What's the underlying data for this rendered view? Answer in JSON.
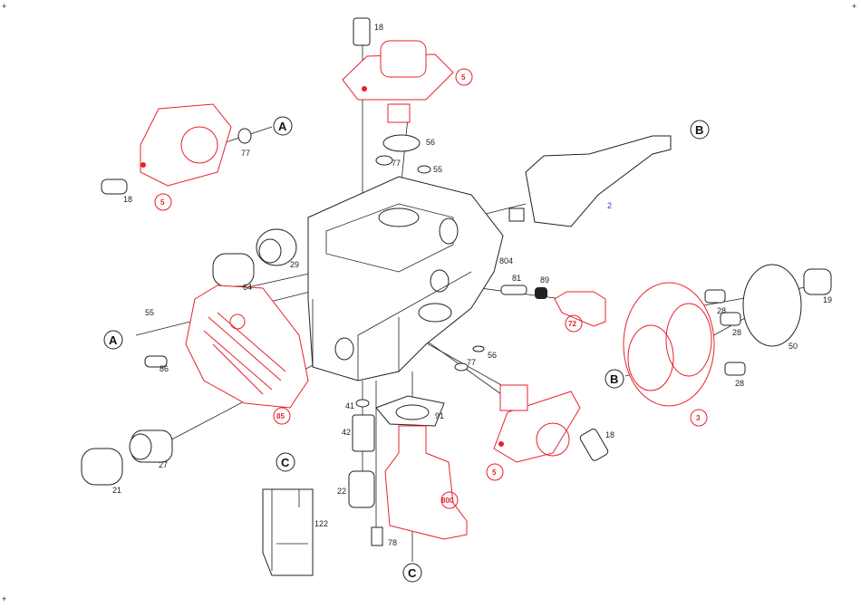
{
  "diagram": {
    "colors": {
      "highlight": "#e8202a",
      "outline": "#222222",
      "part_2": "#2a3cc8"
    },
    "references": {
      "a": "A",
      "b": "B",
      "c": "C"
    },
    "parts": {
      "p18": "18",
      "p5": "5",
      "p56": "56",
      "p77": "77",
      "p55": "55",
      "p2": "2",
      "p29": "29",
      "p64": "64",
      "p804": "804",
      "p81": "81",
      "p89": "89",
      "p72": "72",
      "p28": "28",
      "p19": "19",
      "p50": "50",
      "p3": "3",
      "p86": "86",
      "p85": "85",
      "p41": "41",
      "p42": "42",
      "p91": "91",
      "p22": "22",
      "p21": "21",
      "p27": "27",
      "p122": "122",
      "p78": "78",
      "p800": "800"
    },
    "corner_marks": {
      "plus": "+"
    }
  }
}
